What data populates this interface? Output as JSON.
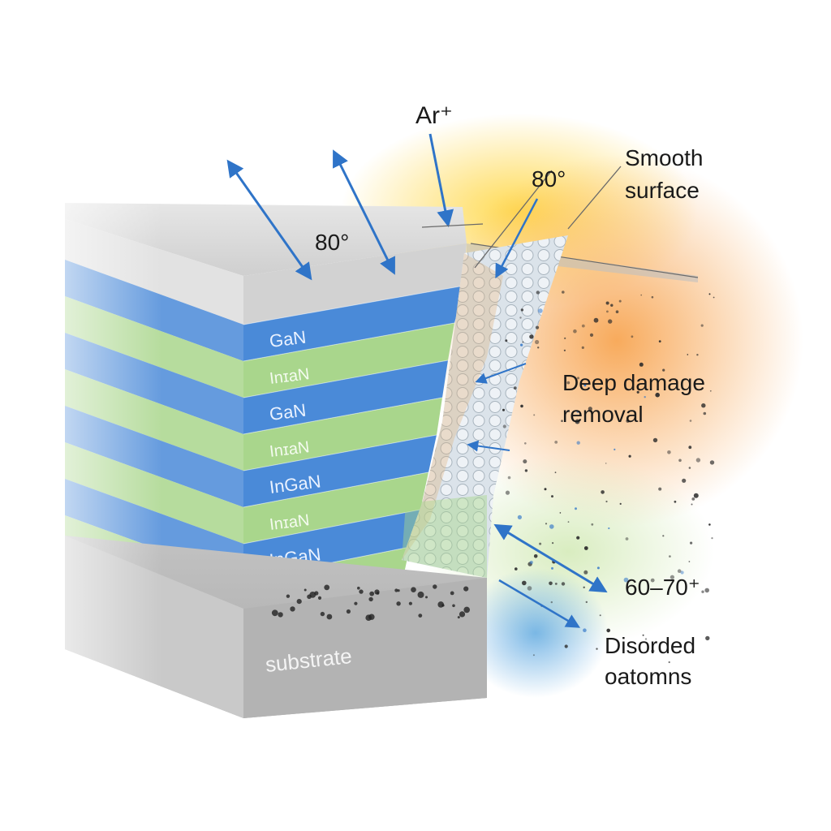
{
  "colors": {
    "gan": "#4a8ad8",
    "ingan": "#a9d68c",
    "substrate": "#b5b5b5",
    "top": "#d6d6d6",
    "beam": "#2f74c8",
    "text": "#1a1a1a",
    "glow_yellow": "#ffd84a",
    "glow_orange": "#f7a14a",
    "glow_blue": "#5aa6e0"
  },
  "beam": {
    "ion_label": "Ar⁺",
    "incidence_angle_sidewall": "80°",
    "incidence_angle_top": "80°",
    "exit_angle": "60–70⁺"
  },
  "layers": [
    {
      "material": "GaN",
      "label": "GaN"
    },
    {
      "material": "InGaN",
      "label": "InɪaN"
    },
    {
      "material": "GaN",
      "label": "GaN"
    },
    {
      "material": "InGaN",
      "label": "InɪaN"
    },
    {
      "material": "GaN",
      "label": "InGaN"
    },
    {
      "material": "InGaN",
      "label": "InɪaN"
    },
    {
      "material": "GaN",
      "label": "InGaN"
    },
    {
      "material": "InGaN",
      "label": ""
    }
  ],
  "substrate": {
    "label": "substrate"
  },
  "annotations": {
    "smooth_surface": [
      "Smooth",
      "surface"
    ],
    "deep_damage_removal": [
      "Deep damage",
      "removal"
    ],
    "disordered_atoms": [
      "Disorded",
      "oatomns"
    ]
  }
}
